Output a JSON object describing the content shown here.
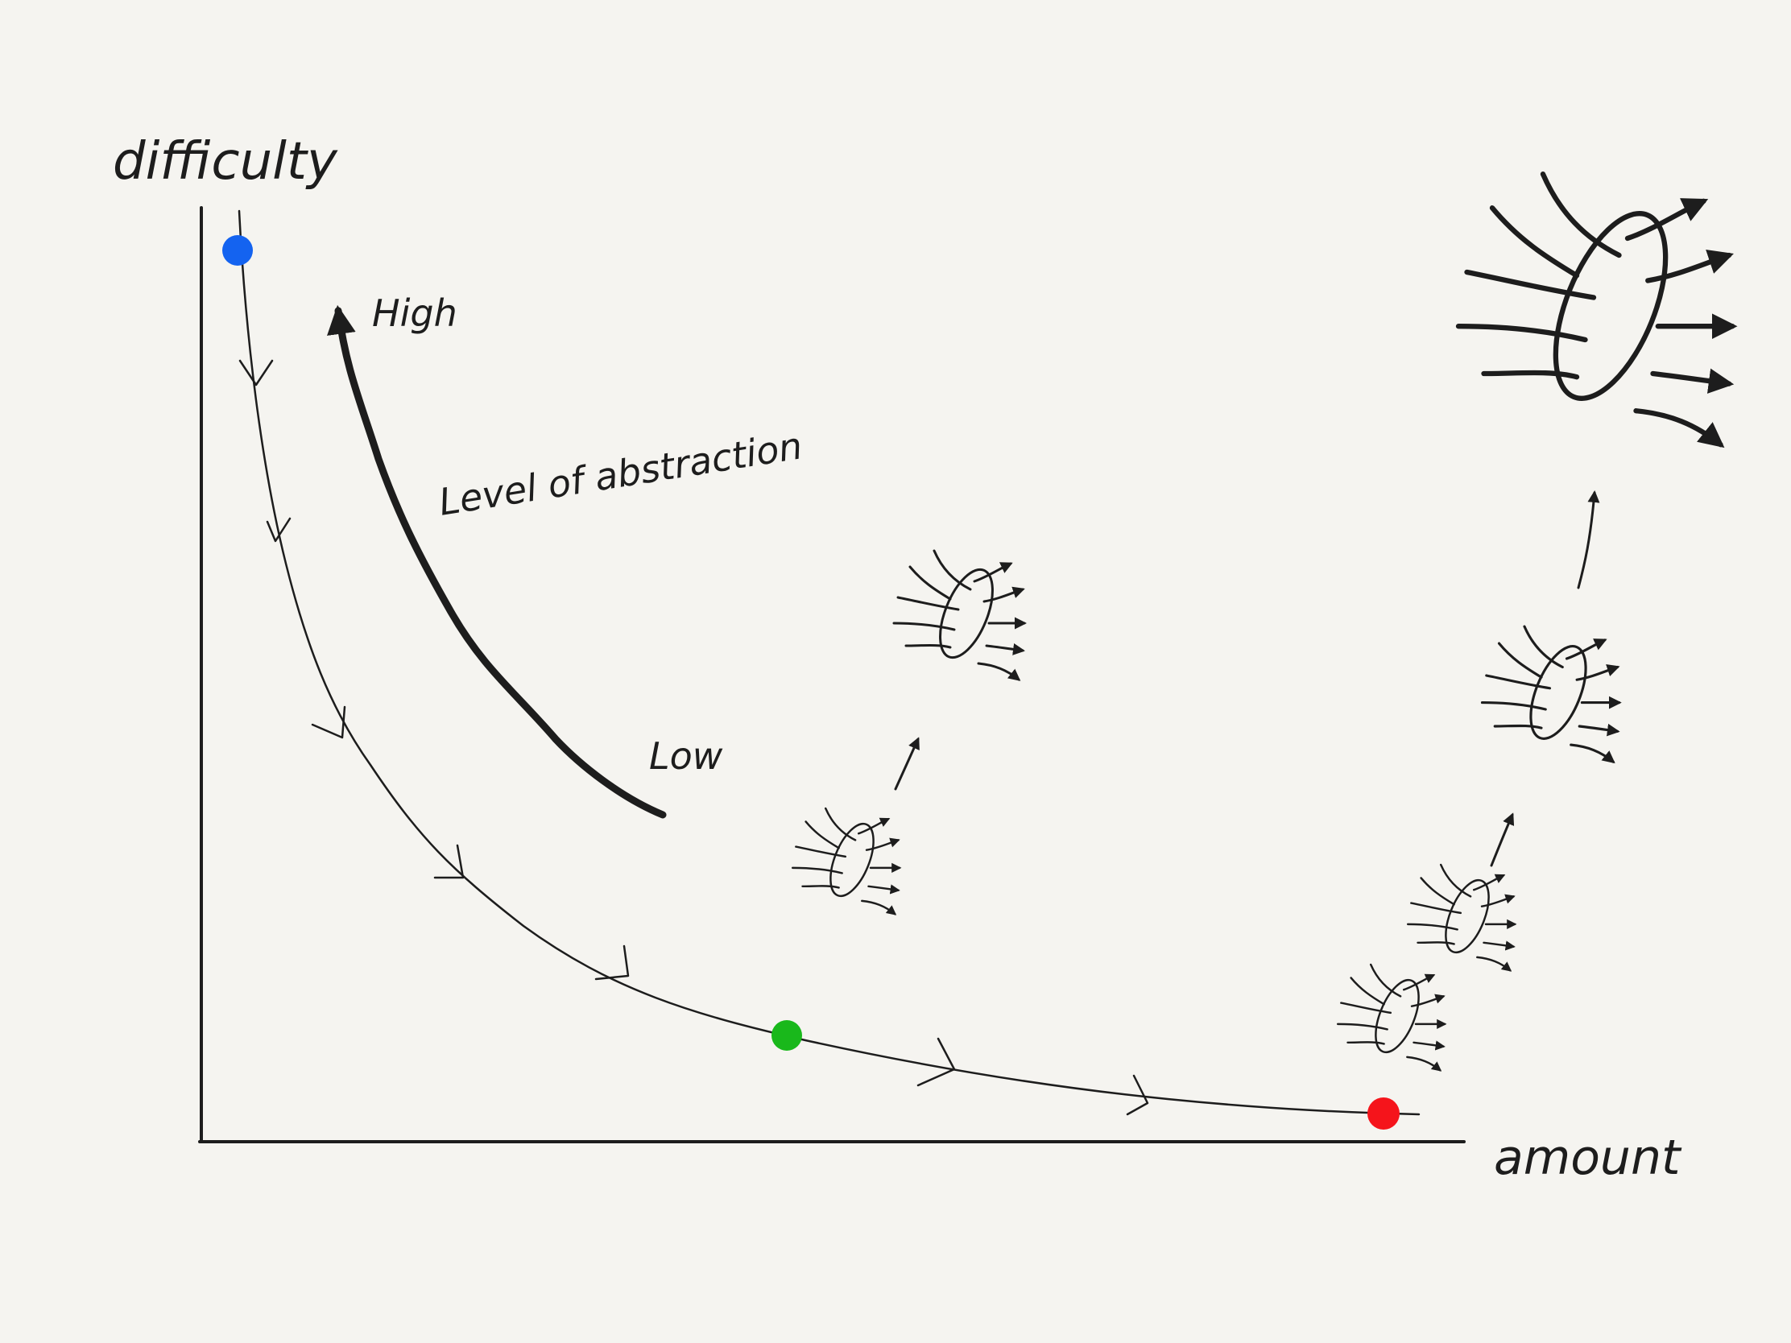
{
  "labels": {
    "y_axis": "difficulty",
    "x_axis": "amount",
    "abstraction_high": "High",
    "abstraction_title": "Level of abstraction",
    "abstraction_low": "Low"
  },
  "markers": [
    {
      "name": "blue-point",
      "color": "#1463f0"
    },
    {
      "name": "green-point",
      "color": "#19b81b"
    },
    {
      "name": "red-point",
      "color": "#f5141b"
    }
  ],
  "colors": {
    "ink": "#1d1d1d",
    "background": "#f5f4f0"
  },
  "icons": [
    "flow-through-loop-icon",
    "up-arrow-icon",
    "curve-direction-arrow-icon",
    "abstraction-arrow-icon"
  ]
}
